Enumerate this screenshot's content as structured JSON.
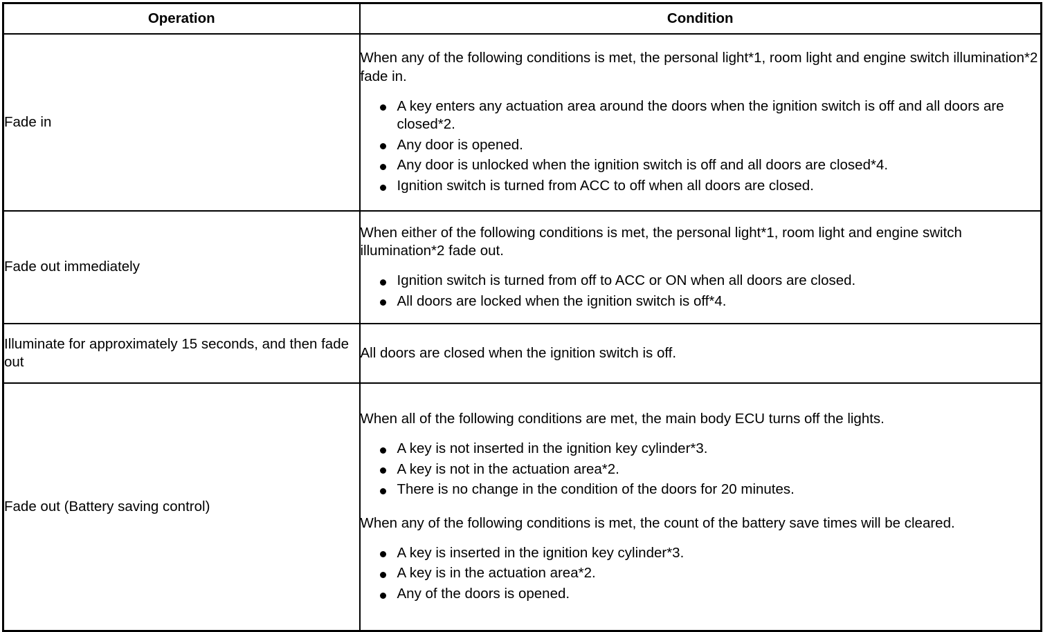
{
  "table": {
    "headers": {
      "operation": "Operation",
      "condition": "Condition"
    },
    "rows": [
      {
        "operation": "Fade in",
        "condition": {
          "intro": "When any of the following conditions is met, the personal light*1, room light and engine switch illumination*2 fade in.",
          "bullets": [
            "A key enters any actuation area around the doors when the ignition switch is off and all doors are closed*2.",
            "Any door is opened.",
            "Any door is unlocked when the ignition switch is off and all doors are closed*4.",
            "Ignition switch is turned from ACC to off when all doors are closed."
          ]
        }
      },
      {
        "operation": "Fade out immediately",
        "condition": {
          "intro": "When either of the following conditions is met, the personal light*1, room light and engine switch illumination*2 fade out.",
          "bullets": [
            "Ignition switch is turned from off to ACC or ON when all doors are closed.",
            "All doors are locked when the ignition switch is off*4."
          ]
        }
      },
      {
        "operation": "Illuminate for approximately 15 seconds, and then fade out",
        "condition": {
          "intro": "All doors are closed when the ignition switch is off.",
          "bullets": []
        }
      },
      {
        "operation": "Fade out (Battery saving control)",
        "condition": {
          "intro": "When all of the following conditions are met, the main body ECU turns off the lights.",
          "bullets": [
            "A key is not inserted in the ignition key cylinder*3.",
            "A key is not in the actuation area*2.",
            "There is no change in the condition of the doors for 20 minutes."
          ],
          "intro2": "When any of the following conditions is met, the count of the battery save times will be cleared.",
          "bullets2": [
            "A key is inserted in the ignition key cylinder*3.",
            "A key is in the actuation area*2.",
            "Any of the doors is opened."
          ]
        }
      }
    ]
  }
}
